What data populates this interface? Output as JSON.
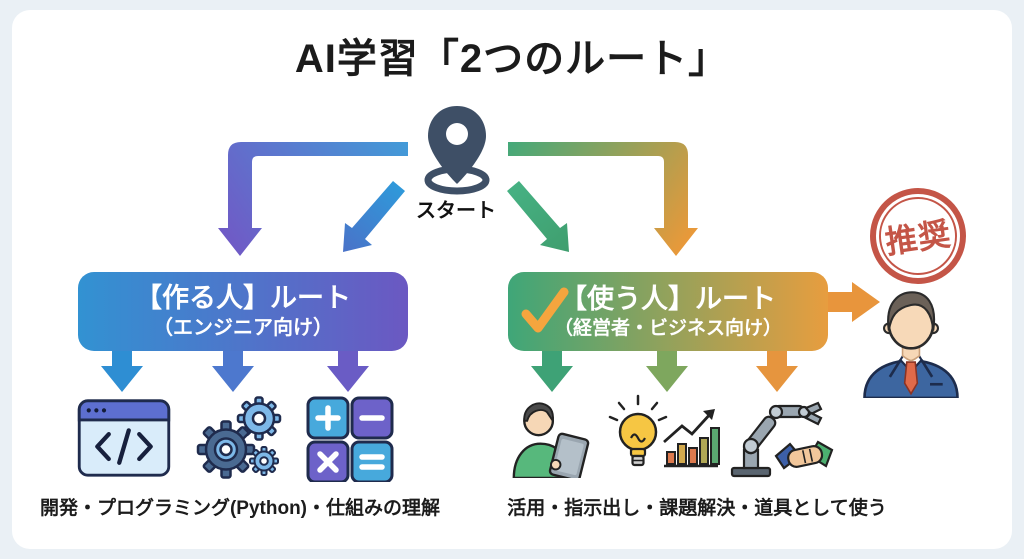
{
  "page": {
    "background": "#eaf0f5",
    "card_background": "#ffffff"
  },
  "title": "AI学習「2つのルート」",
  "start": {
    "label": "スタート",
    "icon": "location-pin-icon",
    "pin_color": "#3e4f66"
  },
  "routes": {
    "maker": {
      "title": "【作る人】ルート",
      "subtitle": "（エンジニア向け）",
      "gradient_from": "#3292d2",
      "gradient_to": "#6b58c2",
      "icons": [
        "code-window-icon",
        "gears-icon",
        "calculator-icon"
      ],
      "caption": "開発・プログラミング(Python)・仕組みの理解"
    },
    "user": {
      "title": "【使う人】ルート",
      "subtitle": "（経営者・ビジネス向け）",
      "gradient_from": "#3fa678",
      "gradient_to": "#e79d3f",
      "check_icon_color": "#f5a53e",
      "icons": [
        "person-tablet-icon",
        "idea-chart-icon",
        "robot-handshake-icon"
      ],
      "caption": "活用・指示出し・課題解決・道具として使う"
    }
  },
  "stamp": {
    "label": "推奨",
    "color": "#c14b3c"
  },
  "recommendation": {
    "icon": "businessman-avatar",
    "arrow_color": "#e8953c"
  }
}
